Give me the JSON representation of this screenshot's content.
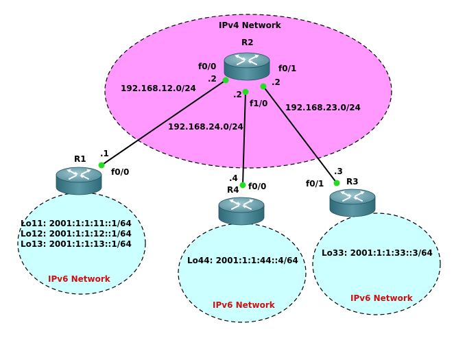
{
  "diagram": {
    "ipv4_network": {
      "label": "IPv4 Network",
      "color": "#ff99ff"
    },
    "ipv6_color": "#ccffff",
    "routers": [
      {
        "id": "R1",
        "label": "R1"
      },
      {
        "id": "R2",
        "label": "R2"
      },
      {
        "id": "R3",
        "label": "R3"
      },
      {
        "id": "R4",
        "label": "R4"
      }
    ],
    "links": [
      {
        "id": "r2-r1",
        "subnet": "192.168.12.0/24",
        "a_intf": "f0/0",
        "a_host": ".2",
        "b_intf": "f0/0",
        "b_host": ".1"
      },
      {
        "id": "r2-r3",
        "subnet": "192.168.23.0/24",
        "a_intf": "f0/1",
        "a_host": ".2",
        "b_intf": "f0/1",
        "b_host": ".3"
      },
      {
        "id": "r2-r4",
        "subnet": "192.168.24.0/24",
        "a_intf": "f1/0",
        "a_host": ".2",
        "b_intf": "f0/0",
        "b_host": ".4"
      }
    ],
    "ipv6_networks": [
      {
        "id": "r1-net",
        "label": "IPv6 Network",
        "loopbacks": [
          "Lo11: 2001:1:1:11::1/64",
          "Lo12: 2001:1:1:12::1/64",
          "Lo13: 2001:1:1:13::1/64"
        ]
      },
      {
        "id": "r4-net",
        "label": "IPv6 Network",
        "loopbacks": [
          "Lo44: 2001:1:1:44::4/64"
        ]
      },
      {
        "id": "r3-net",
        "label": "IPv6 Network",
        "loopbacks": [
          "Lo33: 2001:1:1:33::3/64"
        ]
      }
    ],
    "link_dot_color": "#22dd22"
  }
}
